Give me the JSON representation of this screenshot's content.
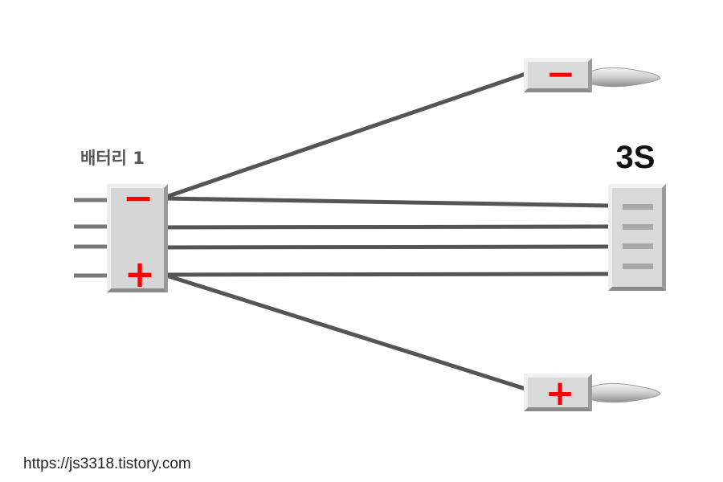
{
  "battery": {
    "label": "배터리 1",
    "minus_sign": "−",
    "plus_sign": "+"
  },
  "balance_connector": {
    "label": "3S"
  },
  "lead_negative": {
    "sign": "−"
  },
  "lead_positive": {
    "sign": "+"
  },
  "footer": {
    "url": "https://js3318.tistory.com"
  },
  "colors": {
    "wire": "#555555",
    "connector_face": "#d9d9d9",
    "connector_edge": "#9a9a9a",
    "sign": "#ff0000",
    "label": "#555555"
  }
}
